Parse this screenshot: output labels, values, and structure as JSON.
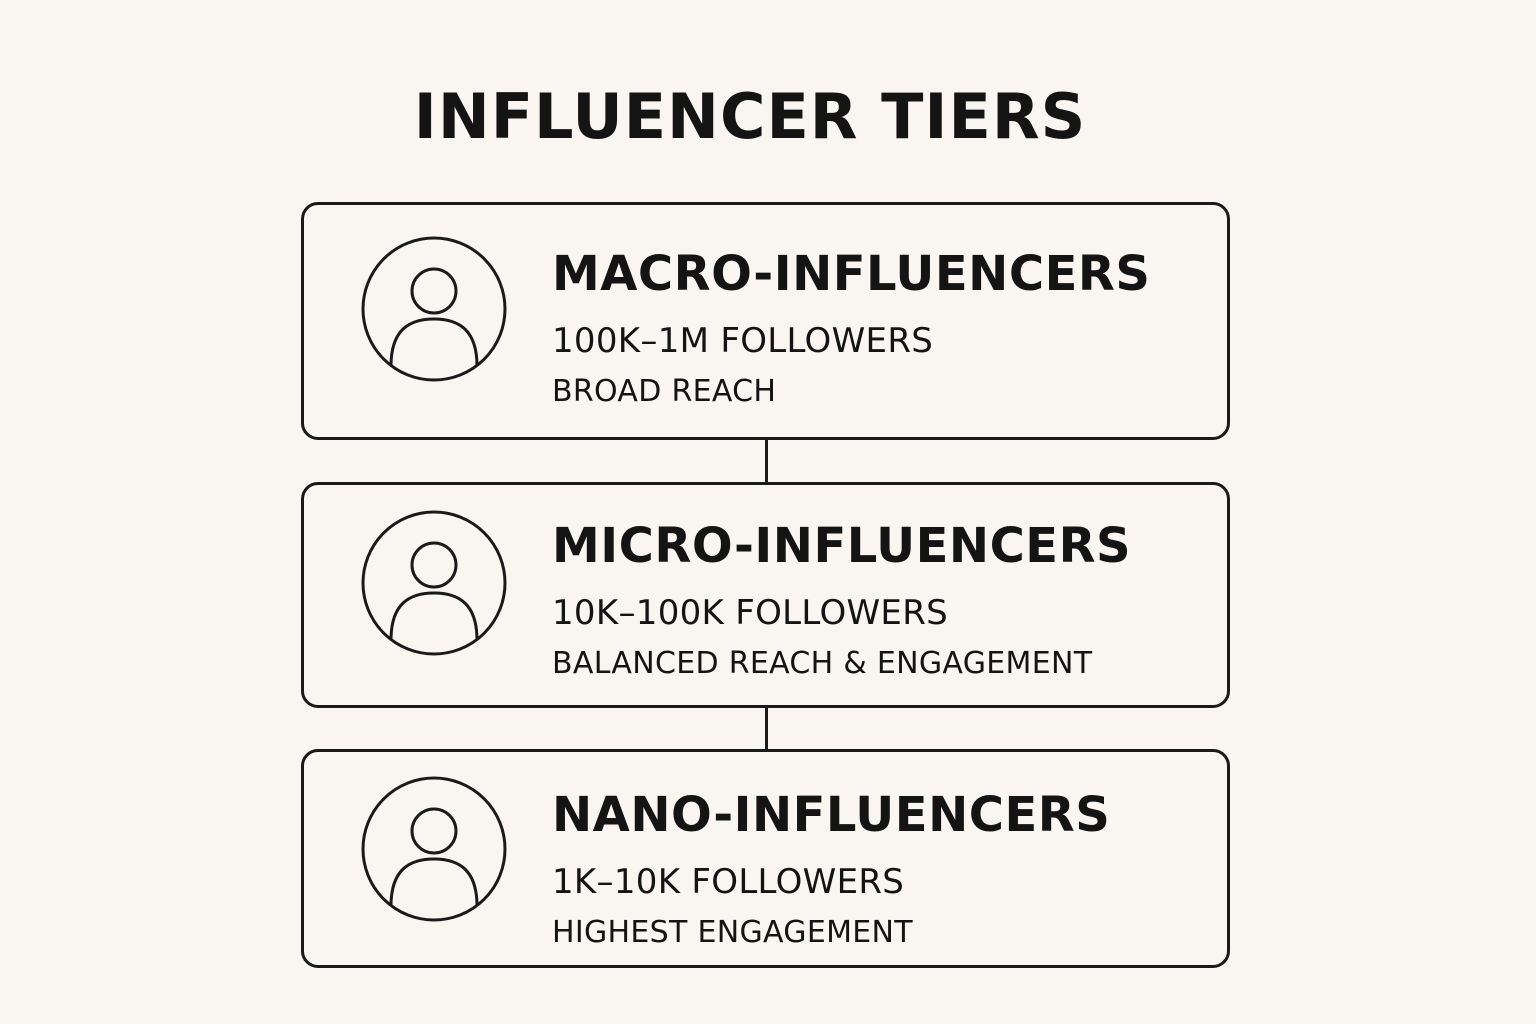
{
  "title": "INFLUENCER TIERS",
  "tiers": [
    {
      "name": "MACRO-INFLUENCERS",
      "followers": "100K–1M FOLLOWERS",
      "description": "BROAD REACH",
      "icon": "person-icon"
    },
    {
      "name": "MICRO-INFLUENCERS",
      "followers": "10K–100K FOLLOWERS",
      "description": "BALANCED REACH & ENGAGEMENT",
      "icon": "person-icon"
    },
    {
      "name": "NANO-INFLUENCERS",
      "followers": "1K–10K FOLLOWERS",
      "description": "HIGHEST ENGAGEMENT",
      "icon": "person-icon"
    }
  ],
  "colors": {
    "background": "#f9f6f1",
    "ink": "#1a1a1a"
  }
}
